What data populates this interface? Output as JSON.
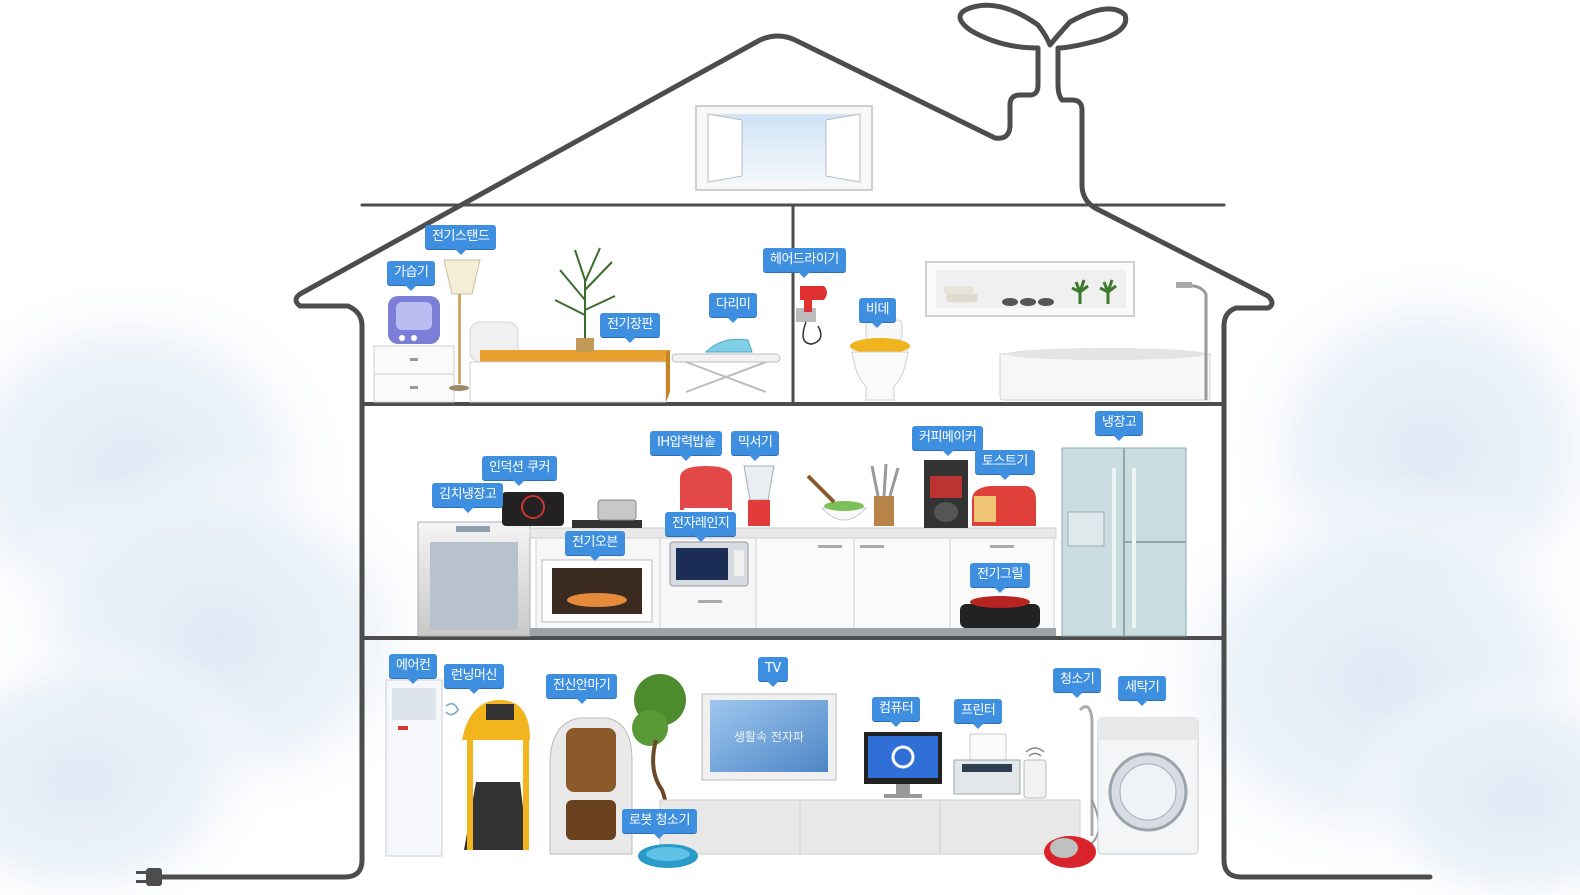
{
  "labels": {
    "humidifier": "가습기",
    "stand": "전기스탠드",
    "heat_mat": "전기장판",
    "iron": "다리미",
    "hairdryer": "헤어드라이기",
    "bidet": "비데",
    "ih_cooker": "IH압력밥솥",
    "mixer": "믹서기",
    "coffee_maker": "커피메이커",
    "toaster": "토스트기",
    "fridge": "냉장고",
    "induction": "인덕션 쿠커",
    "kimchi_fridge": "김치냉장고",
    "microwave": "전자레인지",
    "oven": "전기오븐",
    "grill": "전기그릴",
    "aircon": "에어컨",
    "treadmill": "런닝머신",
    "massage_chair": "전신안마기",
    "tv": "TV",
    "computer": "컴퓨터",
    "printer": "프린터",
    "vacuum": "청소기",
    "washer": "세탁기",
    "robot_vacuum": "로봇 청소기"
  },
  "tv_screen_text": "생활속 전자파",
  "colors": {
    "outline": "#4d4d4d",
    "label_bg": "#3f8fe0",
    "sky": "#e3edf7"
  }
}
